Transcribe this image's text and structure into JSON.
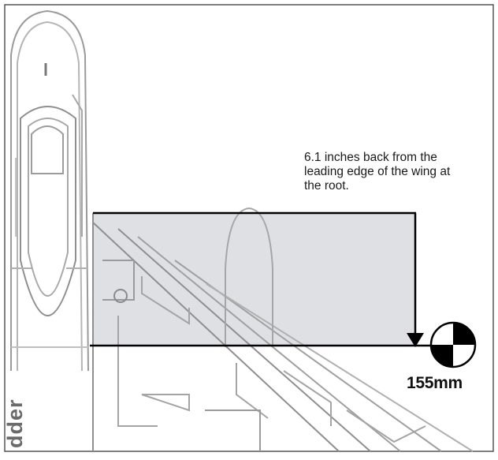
{
  "annotation": {
    "lines": [
      "6.1 inches back from the",
      "leading edge of the wing at",
      "the root."
    ]
  },
  "measurement": {
    "value": "155mm"
  },
  "side_label": "dder",
  "icons": {
    "cg_marker": "center-of-gravity-icon"
  },
  "colors": {
    "outline": "#8a8a8a",
    "shading": "#d4d6da",
    "leader_line": "#000000",
    "frame": "#555555"
  }
}
